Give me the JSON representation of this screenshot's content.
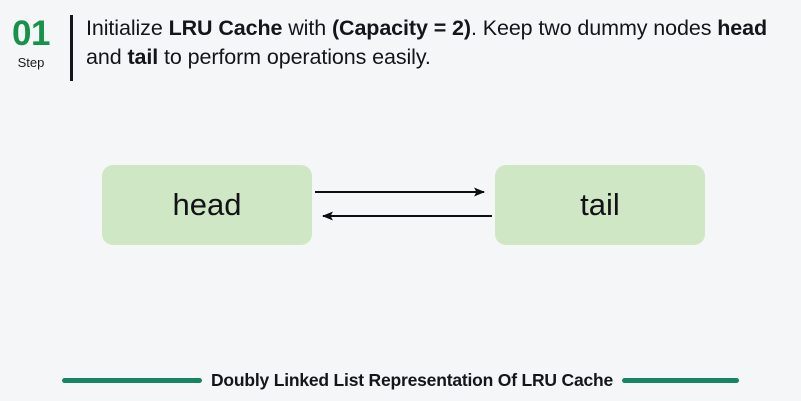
{
  "background_color": "#f5f6f8",
  "accent_colors": {
    "step_green": "#16924a",
    "node_fill_green": "#cfe7c4",
    "footer_rule_green": "#15865f",
    "text_dark": "#14141a"
  },
  "step": {
    "number": "01",
    "word": "Step",
    "text_segments": [
      {
        "text": "Initialize ",
        "bold": false
      },
      {
        "text": "LRU Cache",
        "bold": true
      },
      {
        "text": " with ",
        "bold": false
      },
      {
        "text": "(Capacity = 2)",
        "bold": true
      },
      {
        "text": ". Keep two dummy nodes ",
        "bold": false
      },
      {
        "text": "head",
        "bold": true
      },
      {
        "text": " and ",
        "bold": false
      },
      {
        "text": "tail",
        "bold": true
      },
      {
        "text": " to perform operations easily.",
        "bold": false
      }
    ],
    "plain_text": "Initialize LRU Cache with (Capacity = 2). Keep two dummy nodes head and tail to perform operations easily."
  },
  "diagram": {
    "type": "doubly-linked-list",
    "nodes": [
      {
        "id": "head",
        "label": "head"
      },
      {
        "id": "tail",
        "label": "tail"
      }
    ],
    "connections": [
      {
        "from": "head",
        "to": "tail",
        "direction": "right",
        "name": "next-pointer-arrow"
      },
      {
        "from": "tail",
        "to": "head",
        "direction": "left",
        "name": "prev-pointer-arrow"
      }
    ]
  },
  "footer": {
    "caption": "Doubly Linked List Representation Of LRU Cache"
  }
}
